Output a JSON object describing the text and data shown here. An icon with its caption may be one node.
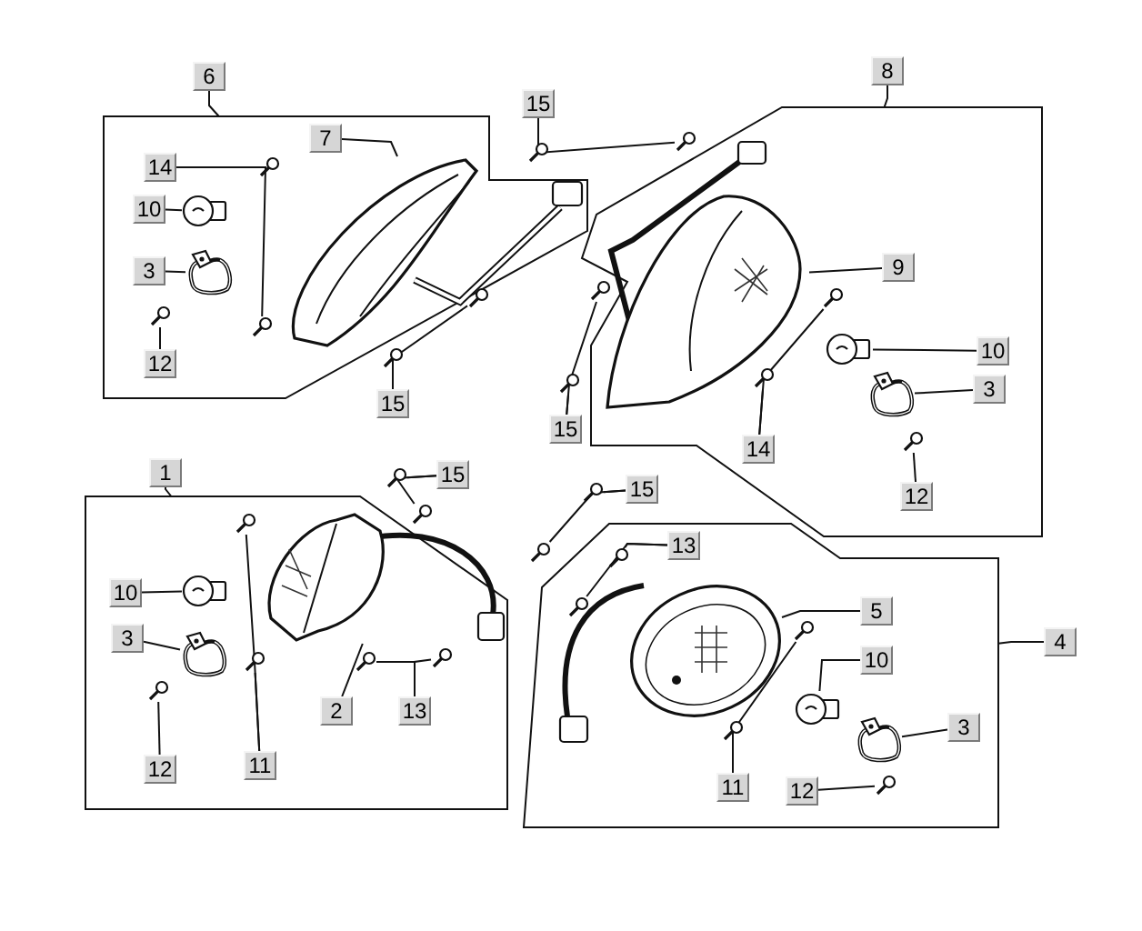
{
  "diagram": {
    "nodes": [
      {
        "text": [],
        "shape": "box"
      },
      {
        "text": [
          "6"
        ]
      },
      {
        "text": [
          "14"
        ],
        "in": 0
      },
      {
        "text": [],
        "shape": "picture",
        "in": 0
      },
      {
        "text": [],
        "shape": "picture",
        "in": 0
      },
      {
        "text": [
          "10"
        ],
        "in": 0
      },
      {
        "text": [],
        "shape": "picture",
        "in": 0
      },
      {
        "text": [
          "3"
        ],
        "in": 0
      },
      {
        "text": [],
        "shape": "picture",
        "in": 0
      },
      {
        "text": [],
        "shape": "picture",
        "in": 0
      },
      {
        "text": [
          "12"
        ],
        "in": 0
      },
      {
        "text": [
          "7"
        ],
        "in": 0
      },
      {
        "text": [],
        "shape": "picture",
        "in": 0
      },
      {
        "text": [
          "15"
        ]
      },
      {
        "text": [],
        "shape": "picture"
      },
      {
        "text": [],
        "shape": "picture"
      },
      {
        "text": [],
        "shape": "picture"
      },
      {
        "text": [],
        "shape": "picture"
      },
      {
        "text": [
          "15"
        ]
      },
      {
        "text": [],
        "shape": "box"
      },
      {
        "text": [
          "8"
        ]
      },
      {
        "text": [],
        "shape": "picture",
        "in": 19
      },
      {
        "text": [
          "9"
        ],
        "in": 19
      },
      {
        "text": [],
        "shape": "picture",
        "in": 19
      },
      {
        "text": [],
        "shape": "picture",
        "in": 19
      },
      {
        "text": [
          "14"
        ],
        "in": 19
      },
      {
        "text": [],
        "shape": "picture",
        "in": 19
      },
      {
        "text": [
          "10"
        ],
        "in": 19
      },
      {
        "text": [],
        "shape": "picture",
        "in": 19
      },
      {
        "text": [
          "3"
        ],
        "in": 19
      },
      {
        "text": [],
        "shape": "picture",
        "in": 19
      },
      {
        "text": [
          "12"
        ],
        "in": 19
      },
      {
        "text": [],
        "shape": "picture"
      },
      {
        "text": [],
        "shape": "picture"
      },
      {
        "text": [
          "15"
        ]
      },
      {
        "text": [],
        "shape": "box"
      },
      {
        "text": [
          "1"
        ]
      },
      {
        "text": [],
        "shape": "picture"
      },
      {
        "text": [],
        "shape": "picture"
      },
      {
        "text": [
          "15"
        ]
      },
      {
        "text": [],
        "shape": "picture",
        "in": 35
      },
      {
        "text": [],
        "shape": "picture",
        "in": 35
      },
      {
        "text": [
          "11"
        ],
        "in": 35
      },
      {
        "text": [],
        "shape": "picture",
        "in": 35
      },
      {
        "text": [
          "10"
        ],
        "in": 35
      },
      {
        "text": [],
        "shape": "picture",
        "in": 35
      },
      {
        "text": [
          "3"
        ],
        "in": 35
      },
      {
        "text": [],
        "shape": "picture",
        "in": 35
      },
      {
        "text": [
          "12"
        ],
        "in": 35
      },
      {
        "text": [],
        "shape": "picture",
        "in": 35
      },
      {
        "text": [
          "2"
        ],
        "in": 35
      },
      {
        "text": [],
        "shape": "picture",
        "in": 35
      },
      {
        "text": [],
        "shape": "picture",
        "in": 35
      },
      {
        "text": [
          "13"
        ],
        "in": 35
      },
      {
        "text": [],
        "shape": "box"
      },
      {
        "text": [
          "4"
        ]
      },
      {
        "text": [],
        "shape": "picture"
      },
      {
        "text": [],
        "shape": "picture"
      },
      {
        "text": [
          "15"
        ]
      },
      {
        "text": [],
        "shape": "picture",
        "in": 54
      },
      {
        "text": [
          "5"
        ],
        "in": 54
      },
      {
        "text": [],
        "shape": "picture",
        "in": 54
      },
      {
        "text": [],
        "shape": "picture",
        "in": 54
      },
      {
        "text": [
          "13"
        ],
        "in": 54
      },
      {
        "text": [],
        "shape": "picture",
        "in": 54
      },
      {
        "text": [],
        "shape": "picture",
        "in": 54
      },
      {
        "text": [
          "11"
        ],
        "in": 54
      },
      {
        "text": [],
        "shape": "picture",
        "in": 54
      },
      {
        "text": [
          "10"
        ],
        "in": 54
      },
      {
        "text": [],
        "shape": "picture",
        "in": 54
      },
      {
        "text": [
          "3"
        ],
        "in": 54
      },
      {
        "text": [],
        "shape": "picture",
        "in": 54
      },
      {
        "text": [
          "12"
        ],
        "in": 54
      }
    ],
    "edges": [
      {
        "from": 1,
        "to": 0,
        "arrow": "none"
      },
      {
        "from": 2,
        "to": 3,
        "arrow": "none"
      },
      {
        "from": 2,
        "to": 4,
        "arrow": "none"
      },
      {
        "from": 5,
        "to": 6,
        "arrow": "none"
      },
      {
        "from": 7,
        "to": 8,
        "arrow": "none"
      },
      {
        "from": 10,
        "to": 9,
        "arrow": "none"
      },
      {
        "from": 11,
        "to": 12,
        "arrow": "none"
      },
      {
        "from": 13,
        "to": 14,
        "arrow": "none"
      },
      {
        "from": 13,
        "to": 15,
        "arrow": "none"
      },
      {
        "from": 18,
        "to": 17,
        "arrow": "none"
      },
      {
        "from": 18,
        "to": 16,
        "arrow": "none"
      },
      {
        "from": 20,
        "to": 19,
        "arrow": "none"
      },
      {
        "from": 22,
        "to": 21,
        "arrow": "none"
      },
      {
        "from": 25,
        "to": 24,
        "arrow": "none"
      },
      {
        "from": 25,
        "to": 23,
        "arrow": "none"
      },
      {
        "from": 27,
        "to": 26,
        "arrow": "none"
      },
      {
        "from": 29,
        "to": 28,
        "arrow": "none"
      },
      {
        "from": 31,
        "to": 30,
        "arrow": "none"
      },
      {
        "from": 34,
        "to": 33,
        "arrow": "none"
      },
      {
        "from": 34,
        "to": 32,
        "arrow": "none"
      },
      {
        "from": 36,
        "to": 35,
        "arrow": "none"
      },
      {
        "from": 39,
        "to": 37,
        "arrow": "none"
      },
      {
        "from": 39,
        "to": 38,
        "arrow": "none"
      },
      {
        "from": 42,
        "to": 41,
        "arrow": "none"
      },
      {
        "from": 42,
        "to": 40,
        "arrow": "none"
      },
      {
        "from": 44,
        "to": 43,
        "arrow": "none"
      },
      {
        "from": 46,
        "to": 45,
        "arrow": "none"
      },
      {
        "from": 48,
        "to": 47,
        "arrow": "none"
      },
      {
        "from": 50,
        "to": 49,
        "arrow": "none"
      },
      {
        "from": 53,
        "to": 51,
        "arrow": "none"
      },
      {
        "from": 53,
        "to": 52,
        "arrow": "none"
      },
      {
        "from": 55,
        "to": 54,
        "arrow": "none"
      },
      {
        "from": 58,
        "to": 56,
        "arrow": "none"
      },
      {
        "from": 58,
        "to": 57,
        "arrow": "none"
      },
      {
        "from": 60,
        "to": 59,
        "arrow": "none"
      },
      {
        "from": 63,
        "to": 61,
        "arrow": "none"
      },
      {
        "from": 63,
        "to": 62,
        "arrow": "none"
      },
      {
        "from": 66,
        "to": 65,
        "arrow": "none"
      },
      {
        "from": 66,
        "to": 64,
        "arrow": "none"
      },
      {
        "from": 68,
        "to": 67,
        "arrow": "none"
      },
      {
        "from": 70,
        "to": 69,
        "arrow": "none"
      },
      {
        "from": 72,
        "to": 71,
        "arrow": "none"
      }
    ]
  }
}
